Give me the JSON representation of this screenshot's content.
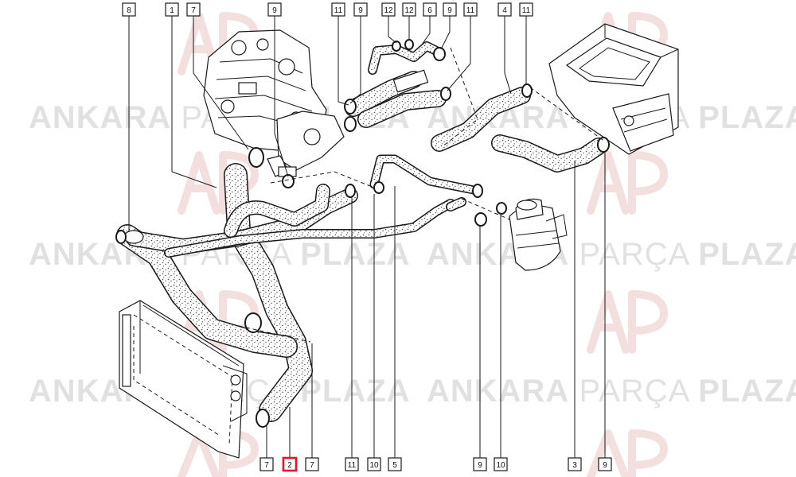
{
  "watermark": {
    "word1": "ANKARA",
    "word2": "PARÇA",
    "word3": "PLAZA",
    "logo_letters": "AP"
  },
  "colors": {
    "hose_outline": "#1a1a1a",
    "hose_fill": "#ffffff",
    "speckle": "#4a4a4a",
    "highlight": "#e0142a",
    "watermark_text": "#c9c9c9",
    "watermark_logo": "#e7b9b9"
  },
  "callouts_top": [
    "8",
    "1",
    "7",
    "9",
    "11",
    "9",
    "12",
    "12",
    "6",
    "9",
    "11",
    "4",
    "11"
  ],
  "callouts_bottom": [
    "7",
    "2",
    "7",
    "11",
    "10",
    "5",
    "9",
    "10",
    "3",
    "9"
  ],
  "highlighted_callout": "2"
}
